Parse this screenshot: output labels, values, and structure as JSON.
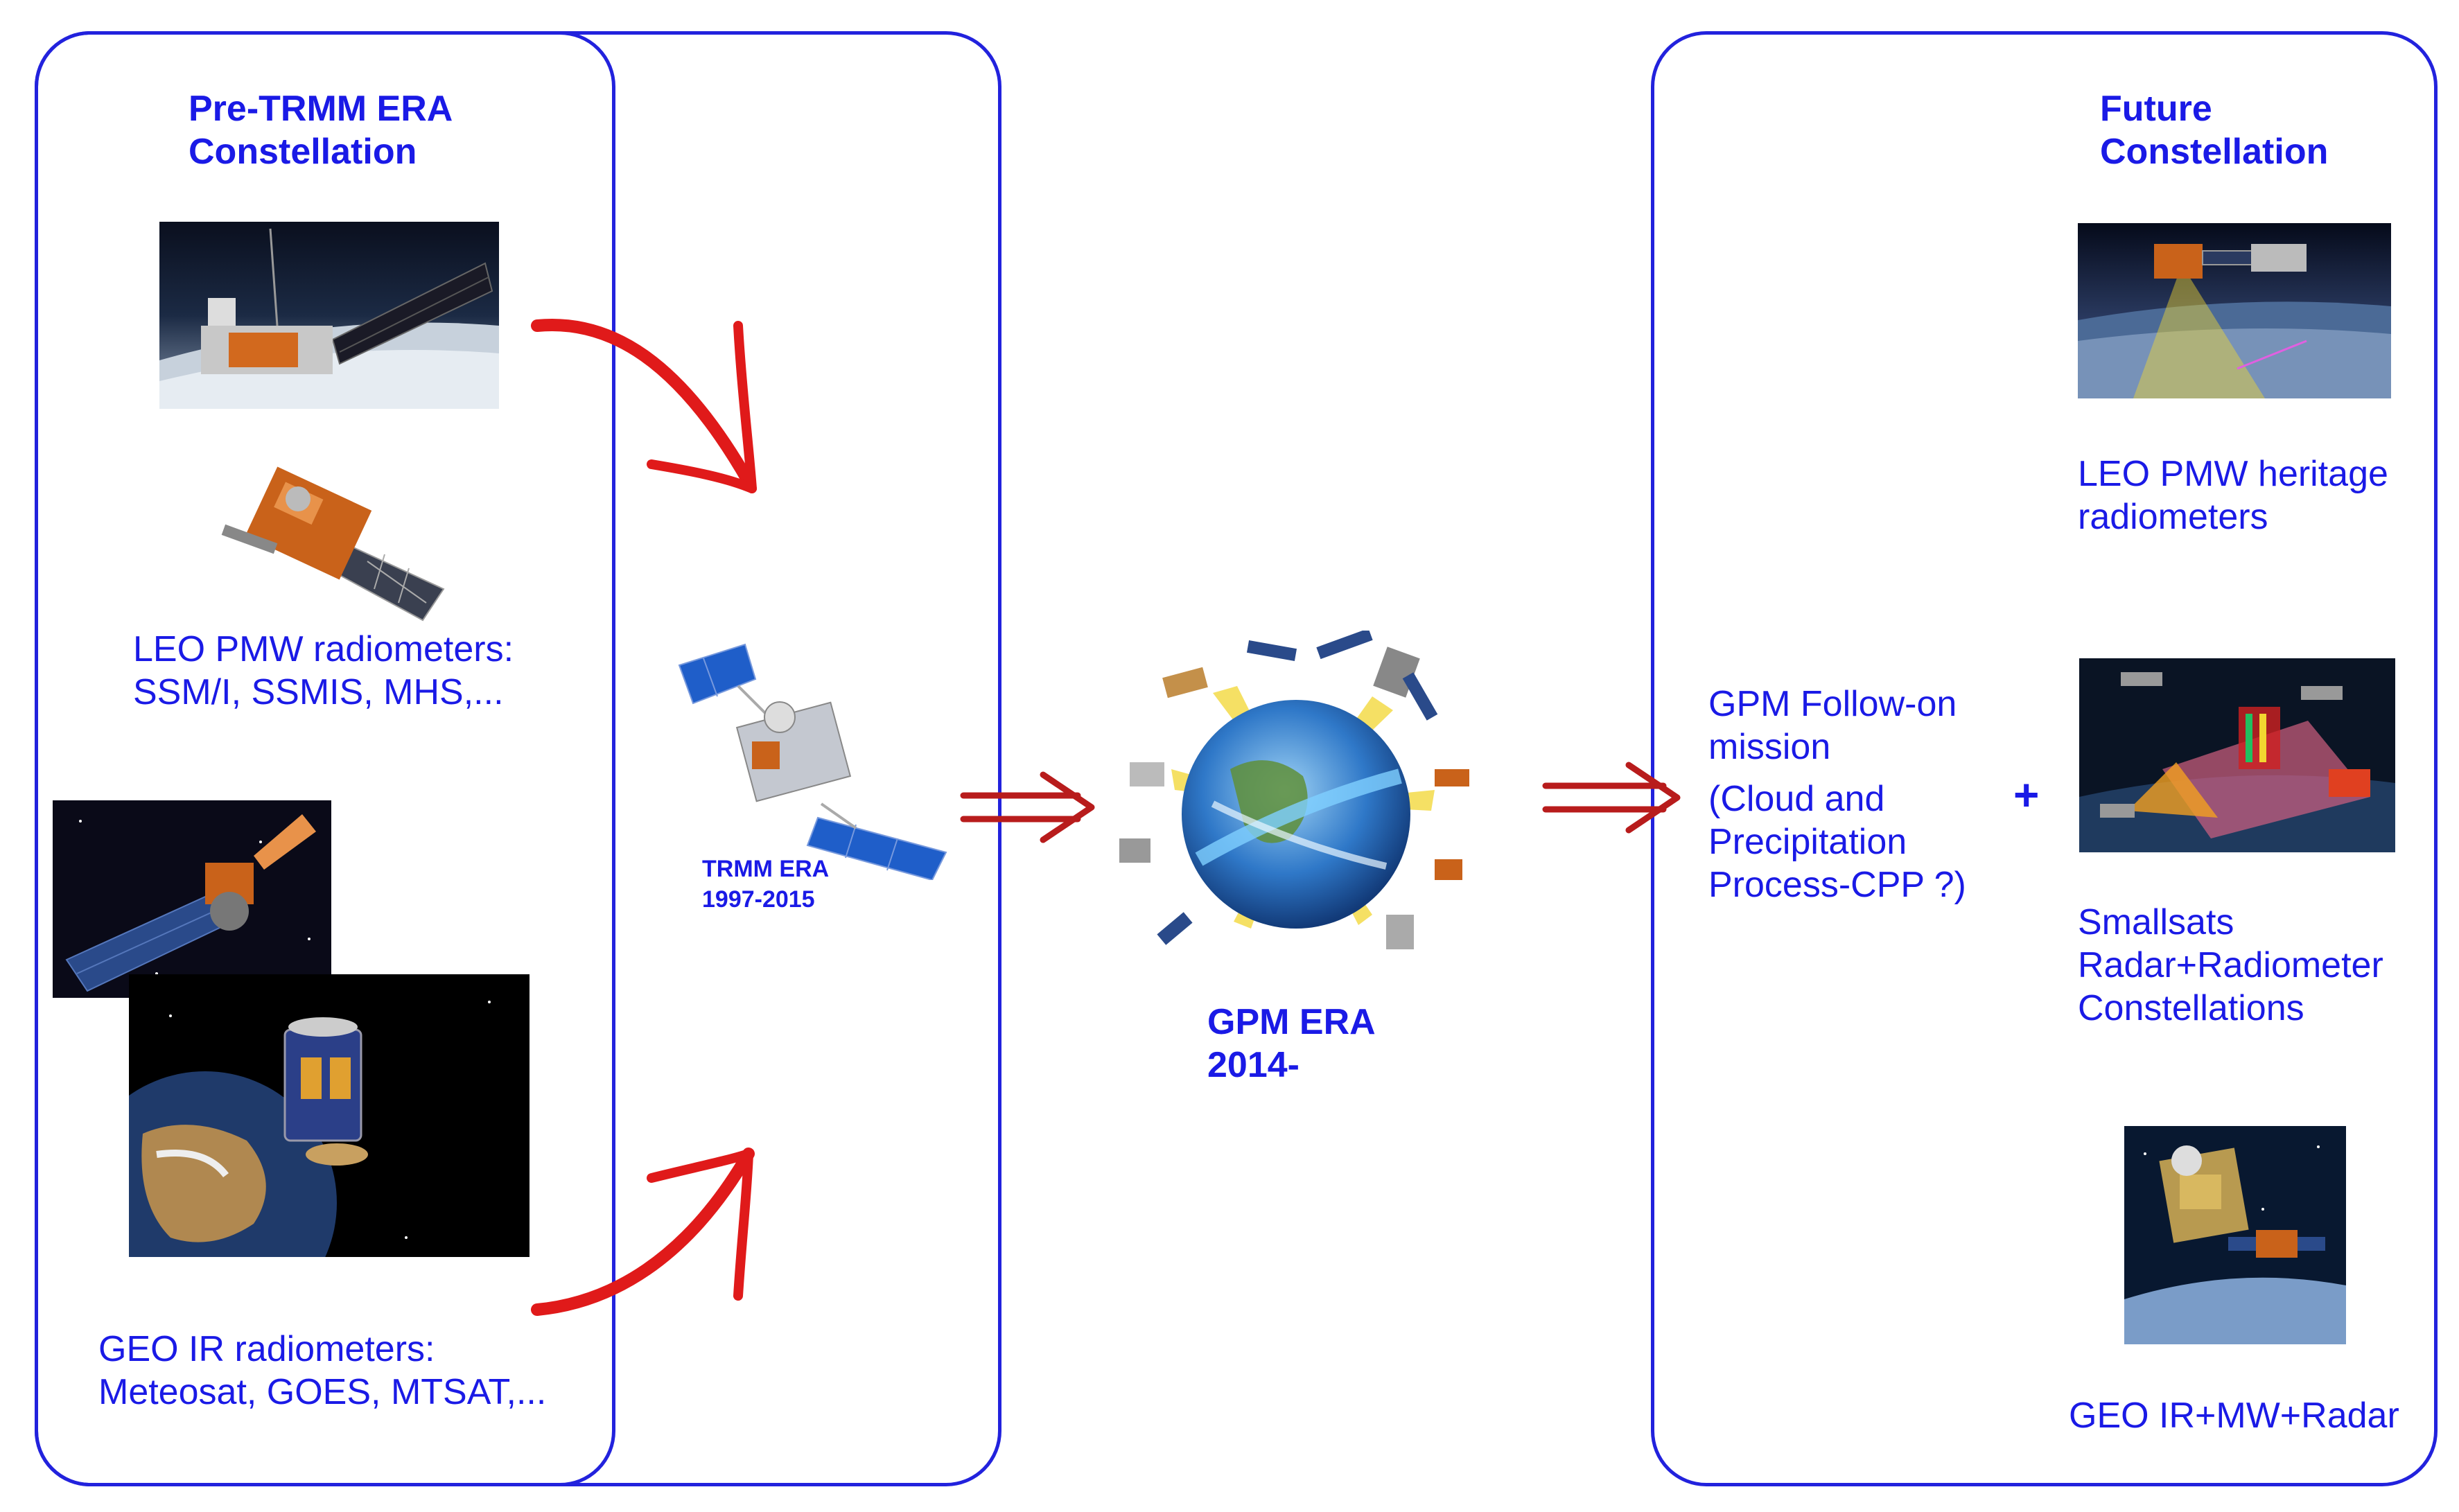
{
  "colors": {
    "frame": "#2222dd",
    "text": "#1a1ae6",
    "arrow": "#b81c1c",
    "curve_arrow": "#e01a1a"
  },
  "pre_trmm": {
    "heading": [
      "Pre-TRMM ERA",
      "Constellation"
    ],
    "leo_label": [
      "LEO PMW radiometers:",
      "SSM/I, SSMIS, MHS,..."
    ],
    "geo_label": [
      "GEO IR radiometers:",
      "Meteosat, GOES, MTSAT,..."
    ]
  },
  "trmm": {
    "label": [
      "TRMM ERA",
      "1997-2015"
    ]
  },
  "gpm": {
    "label": [
      "GPM ERA",
      "2014-"
    ]
  },
  "future": {
    "heading": [
      "Future",
      "Constellation"
    ],
    "follow_on": [
      "GPM Follow-on",
      "mission"
    ],
    "cpp": [
      "(Cloud and",
      "Precipitation",
      "Process-CPP ?)"
    ],
    "plus": "+",
    "leo_heritage": [
      "LEO PMW heritage",
      "radiometers"
    ],
    "smallsats": [
      "Smallsats",
      "Radar+Radiometer",
      "Constellations"
    ],
    "geo_future": "GEO IR+MW+Radar"
  },
  "icons": [
    "leo-satellite-earth-image",
    "leo-satellite-image",
    "geo-satellite-space-image",
    "meteosat-earth-image",
    "trmm-satellite-image",
    "gpm-constellation-globe-image",
    "future-leo-image",
    "smallsat-radar-image",
    "geo-future-satellite-image"
  ]
}
